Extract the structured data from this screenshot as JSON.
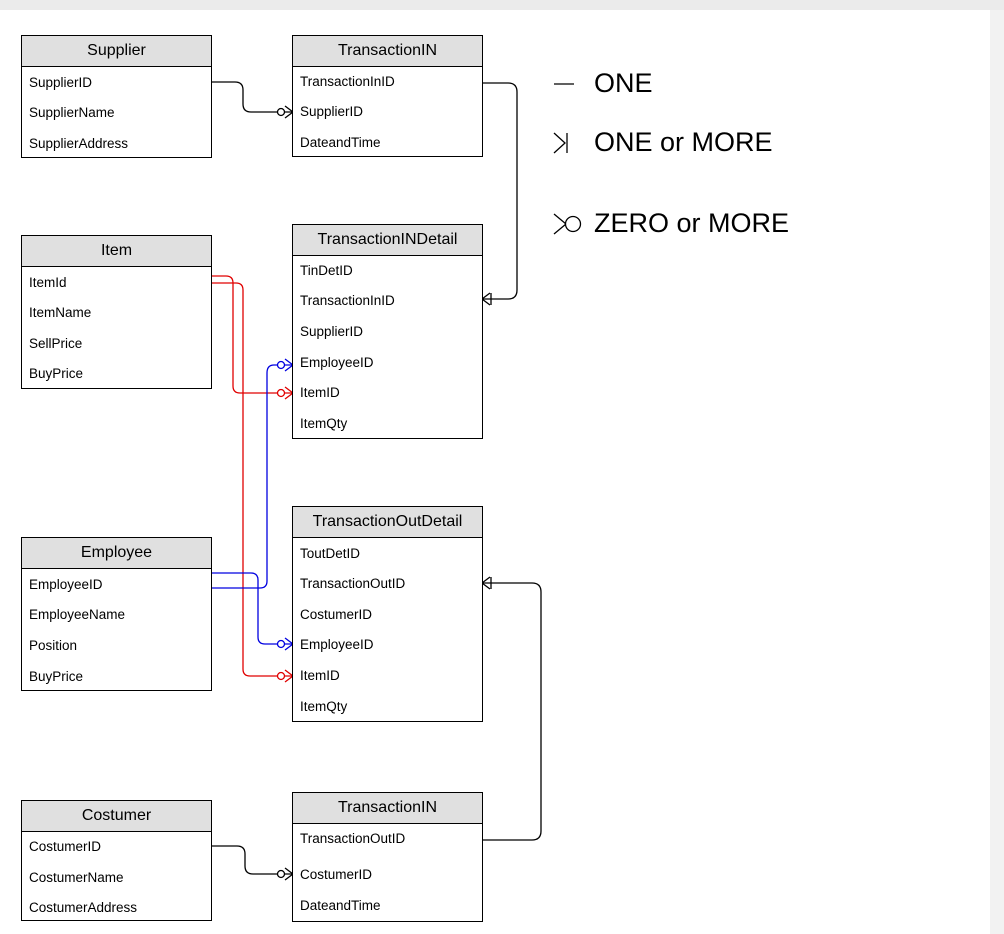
{
  "entities": {
    "supplier": {
      "title": "Supplier",
      "fields": [
        "SupplierID",
        "SupplierName",
        "SupplierAddress"
      ]
    },
    "transaction_in": {
      "title": "TransactionIN",
      "fields": [
        "TransactionInID",
        "SupplierID",
        "DateandTime"
      ]
    },
    "item": {
      "title": "Item",
      "fields": [
        "ItemId",
        "ItemName",
        "SellPrice",
        "BuyPrice"
      ]
    },
    "transaction_in_detail": {
      "title": "TransactionINDetail",
      "fields": [
        "TinDetID",
        "TransactionInID",
        "SupplierID",
        "EmployeeID",
        "ItemID",
        "ItemQty"
      ]
    },
    "employee": {
      "title": "Employee",
      "fields": [
        "EmployeeID",
        "EmployeeName",
        "Position",
        "BuyPrice"
      ]
    },
    "transaction_out_detail": {
      "title": "TransactionOutDetail",
      "fields": [
        "ToutDetID",
        "TransactionOutID",
        "CostumerID",
        "EmployeeID",
        "ItemID",
        "ItemQty"
      ]
    },
    "costumer": {
      "title": "Costumer",
      "fields": [
        "CostumerID",
        "CostumerName",
        "CostumerAddress"
      ]
    },
    "transaction_out": {
      "title": "TransactionIN",
      "fields": [
        "TransactionOutID",
        "CostumerID",
        "DateandTime"
      ]
    }
  },
  "relationships": [
    {
      "from": "Supplier.SupplierID",
      "to": "TransactionIN.SupplierID",
      "cardinality": "ZERO or MORE",
      "color": "#000000"
    },
    {
      "from": "TransactionIN.TransactionInID",
      "to": "TransactionINDetail.TransactionInID",
      "cardinality": "ONE or MORE",
      "color": "#000000"
    },
    {
      "from": "Item.ItemId",
      "to": "TransactionINDetail.ItemID",
      "cardinality": "ZERO or MORE",
      "color": "#e00000"
    },
    {
      "from": "Employee.EmployeeID",
      "to": "TransactionINDetail.EmployeeID",
      "cardinality": "ZERO or MORE",
      "color": "#0000e0"
    },
    {
      "from": "Employee.EmployeeID",
      "to": "TransactionOutDetail.EmployeeID",
      "cardinality": "ZERO or MORE",
      "color": "#0000e0"
    },
    {
      "from": "Item.ItemId",
      "to": "TransactionOutDetail.ItemID",
      "cardinality": "ZERO or MORE",
      "color": "#e00000"
    },
    {
      "from": "TransactionIN.TransactionOutID",
      "to": "TransactionOutDetail.TransactionOutID",
      "cardinality": "ONE or MORE",
      "color": "#000000"
    },
    {
      "from": "Costumer.CostumerID",
      "to": "TransactionIN.CostumerID",
      "cardinality": "ZERO or MORE",
      "color": "#000000"
    }
  ],
  "legend": {
    "one": "ONE",
    "one_or_more": "ONE or MORE",
    "zero_or_more": "ZERO or MORE"
  }
}
